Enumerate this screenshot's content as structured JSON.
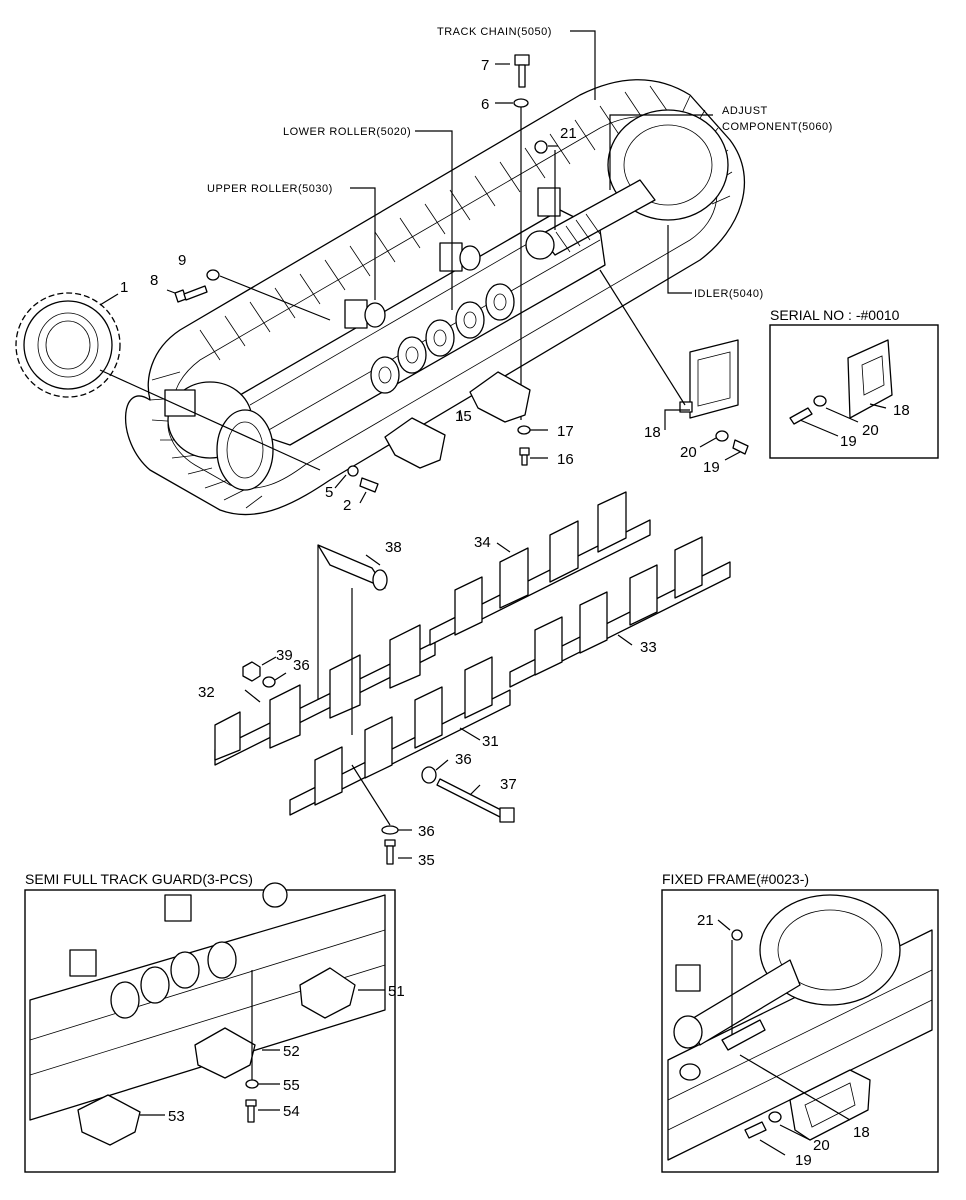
{
  "assembly_labels": {
    "track_chain": "TRACK CHAIN(5050)",
    "lower_roller": "LOWER ROLLER(5020)",
    "upper_roller": "UPPER ROLLER(5030)",
    "adjust_component_l1": "ADJUST",
    "adjust_component_l2": "COMPONENT(5060)",
    "idler": "IDLER(5040)"
  },
  "insets": {
    "serial_no": "SERIAL NO : -#0010",
    "semi_full_guard": "SEMI FULL TRACK GUARD(3-PCS)",
    "fixed_frame": "FIXED FRAME(#0023-)"
  },
  "callouts": {
    "main": [
      "1",
      "2",
      "5",
      "6",
      "7",
      "8",
      "9",
      "15",
      "16",
      "17",
      "18",
      "19",
      "20",
      "21"
    ],
    "guard": [
      "31",
      "32",
      "33",
      "34",
      "35",
      "36",
      "36",
      "36",
      "37",
      "38",
      "39"
    ],
    "serial": [
      "18",
      "19",
      "20"
    ],
    "semi": [
      "51",
      "52",
      "53",
      "54",
      "55"
    ],
    "fixed": [
      "18",
      "19",
      "20",
      "21"
    ]
  }
}
